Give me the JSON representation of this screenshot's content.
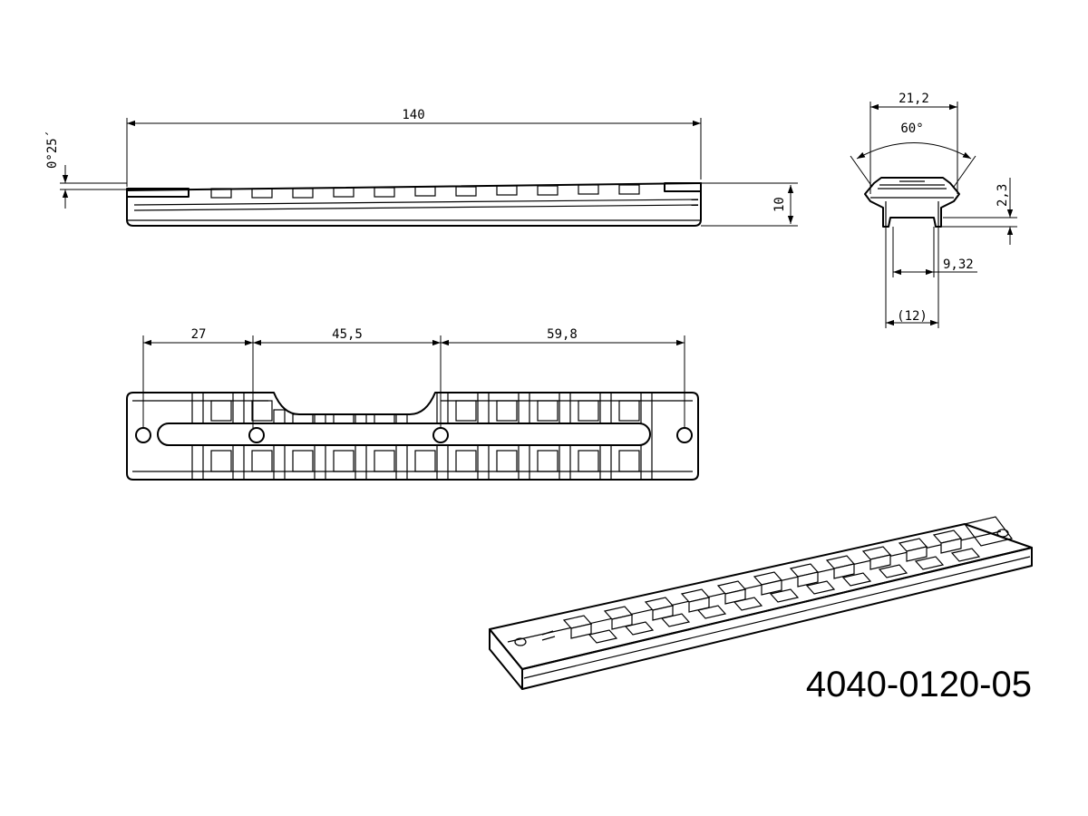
{
  "dimensions": {
    "side_length": "140",
    "side_angle": "0°25´",
    "side_height": "10",
    "top_left": "27",
    "top_middle": "45,5",
    "top_right": "59,8",
    "end_width": "21,2",
    "end_angle": "60°",
    "end_height": "2,3",
    "end_inner_width": "9,32",
    "end_base_width": "(12)"
  },
  "part_number": "4040-0120-05"
}
